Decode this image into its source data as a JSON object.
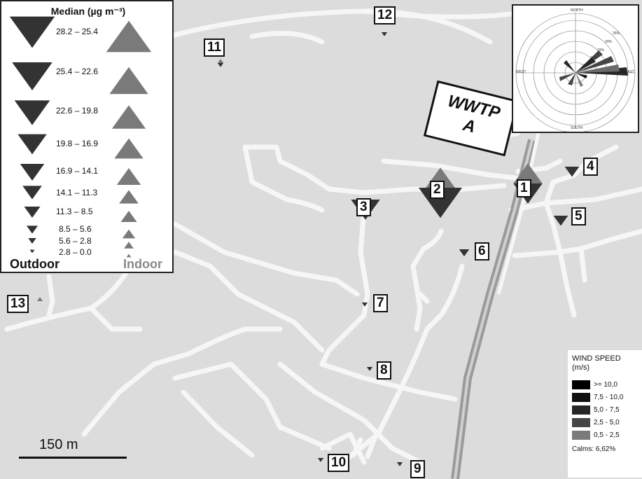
{
  "legend": {
    "title": "Median (µg m⁻³)",
    "ranges": [
      "28.2 – 25.4",
      "25.4 – 22.6",
      "22.6 – 19.8",
      "19.8 – 16.9",
      "16.9 – 14.1",
      "14.1 – 11.3",
      "11.3 – 8.5",
      "8.5 – 5.6",
      "5.6 – 2.8",
      "2.8 – 0.0"
    ],
    "outdoor_label": "Outdoor",
    "indoor_label": "Indoor",
    "outdoor_color": "#333333",
    "indoor_color": "#7a7a7a"
  },
  "sites": [
    {
      "id": "1",
      "outdoor_class": 5,
      "indoor_class": 5
    },
    {
      "id": "2",
      "outdoor_class": 2,
      "indoor_class": 5
    },
    {
      "id": "3",
      "outdoor_class": 5,
      "indoor_class": null
    },
    {
      "id": "4",
      "outdoor_class": 8,
      "indoor_class": null
    },
    {
      "id": "5",
      "outdoor_class": 8,
      "indoor_class": null
    },
    {
      "id": "6",
      "outdoor_class": 9,
      "indoor_class": null
    },
    {
      "id": "7",
      "outdoor_class": 10,
      "indoor_class": null
    },
    {
      "id": "8",
      "outdoor_class": 10,
      "indoor_class": null
    },
    {
      "id": "9",
      "outdoor_class": 10,
      "indoor_class": null
    },
    {
      "id": "10",
      "outdoor_class": 10,
      "indoor_class": null
    },
    {
      "id": "11",
      "outdoor_class": 10,
      "indoor_class": 10
    },
    {
      "id": "12",
      "outdoor_class": 10,
      "indoor_class": null
    },
    {
      "id": "13",
      "outdoor_class": null,
      "indoor_class": 10
    }
  ],
  "wwtp": {
    "line1": "WWTP",
    "line2": "A"
  },
  "wind_rose": {
    "directions": {
      "north": "NORTH",
      "south": "SOUTH",
      "east": "EAST",
      "west": "WEST"
    },
    "percent_rings": [
      "5%",
      "10%",
      "15%",
      "20%",
      "25%"
    ]
  },
  "wind_speed_legend": {
    "title_line1": "WIND SPEED",
    "title_line2": "(m/s)",
    "classes": [
      {
        "label": ">= 10,0",
        "color": "#000000"
      },
      {
        "label": "7,5 - 10,0",
        "color": "#111111"
      },
      {
        "label": "5,0 - 7,5",
        "color": "#262626"
      },
      {
        "label": "2,5 - 5,0",
        "color": "#454545"
      },
      {
        "label": "0,5 - 2,5",
        "color": "#7b7b7b"
      }
    ],
    "calms": "Calms: 6,62%"
  },
  "scale": {
    "label": "150 m"
  }
}
